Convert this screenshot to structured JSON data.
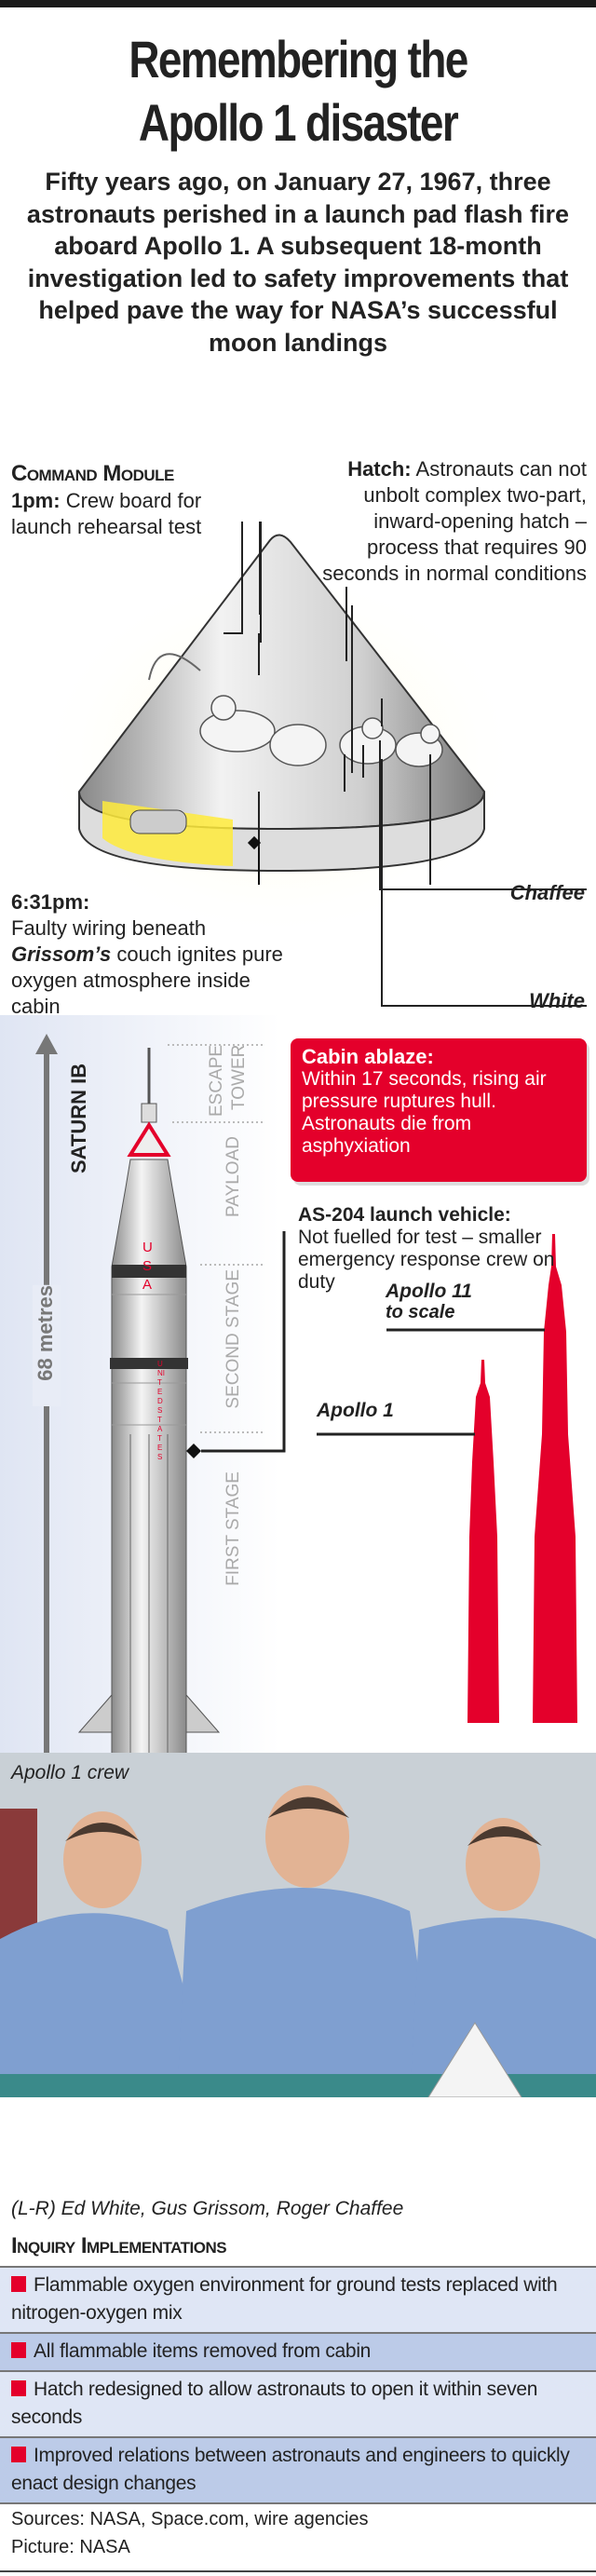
{
  "title": {
    "line1": "Remembering the",
    "line2": "Apollo 1 disaster"
  },
  "subtitle": "Fifty years ago, on January 27, 1967, three astronauts perished in a launch pad flash fire aboard Apollo 1. A subsequent 18-month investigation led to safety improvements that helped pave the way for NASA’s successful moon landings",
  "command_module": {
    "heading": "Command Module",
    "one_pm": {
      "time": "1pm:",
      "text": "Crew board for launch rehearsal test"
    },
    "hatch": {
      "label": "Hatch:",
      "text": "Astronauts can not unbolt complex two-part, inward-opening hatch – process that requires 90 seconds in normal conditions"
    },
    "six_pm": {
      "time": "6:31pm:",
      "text_a": "Faulty wiring beneath",
      "name": "Grissom’s",
      "text_b": "couch ignites pure oxygen atmosphere inside cabin"
    },
    "chaffee": "Chaffee",
    "white": "White"
  },
  "rocket": {
    "name": "SATURN IB",
    "height": "68 metres",
    "sections": [
      "ESCAPE TOWER",
      "PAYLOAD",
      "SECOND STAGE",
      "FIRST STAGE"
    ],
    "usa": "USA",
    "united_states": "UNITED STATES",
    "ablaze": {
      "heading": "Cabin ablaze:",
      "text": "Within 17 seconds, rising air pressure ruptures hull. Astronauts die from asphyxiation"
    },
    "as204": {
      "heading": "AS-204 launch vehicle:",
      "text": "Not fuelled for test – smaller emergency response crew on duty"
    },
    "apollo11": {
      "label": "Apollo 11",
      "sub": "to scale"
    },
    "apollo1": "Apollo 1"
  },
  "photo": {
    "label": "Apollo 1 crew",
    "caption": "(L-R) Ed White, Gus Grissom, Roger Chaffee"
  },
  "inquiry": {
    "heading": "Inquiry Implementations",
    "items": [
      "Flammable oxygen environment for ground tests replaced with nitrogen-oxygen mix",
      "All flammable items removed from cabin",
      "Hatch redesigned to allow astronauts to open it within seven seconds",
      "Improved relations between astronauts and engineers to quickly enact design changes"
    ]
  },
  "sources": "Sources: NASA, Space.com, wire agencies",
  "picture": "Picture: NASA",
  "colors": {
    "accent": "#e4002b",
    "row_light": "#dfe6f5",
    "row_dark": "#bccbe8"
  }
}
